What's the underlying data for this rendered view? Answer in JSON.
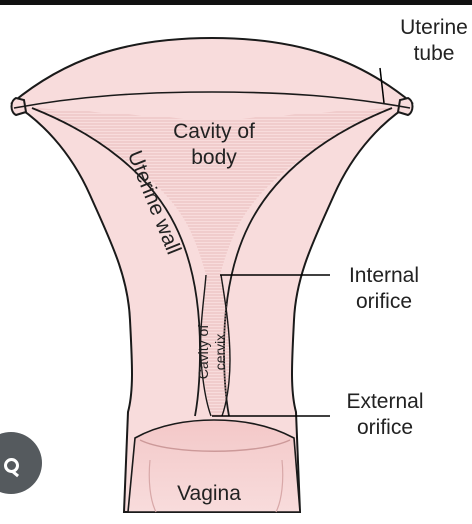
{
  "labels": {
    "uterine_tube": [
      "Uterine",
      "tube"
    ],
    "cavity_of_body": [
      "Cavity of",
      "body"
    ],
    "uterine_wall": "Uterine wall",
    "internal_orifice": [
      "Internal",
      "orifice"
    ],
    "cavity_of_cervix": [
      "Cavity of",
      "cervix"
    ],
    "external_orifice": [
      "External",
      "orifice"
    ],
    "vagina": "Vagina"
  },
  "colors": {
    "tissue": "#f8dcdc",
    "tissue_dark": "#efc3c3",
    "stroke": "#1a1a1a",
    "leader": "#000000",
    "top_bar": "#111111"
  },
  "icons": {
    "lens_button": "lens-search-icon"
  }
}
